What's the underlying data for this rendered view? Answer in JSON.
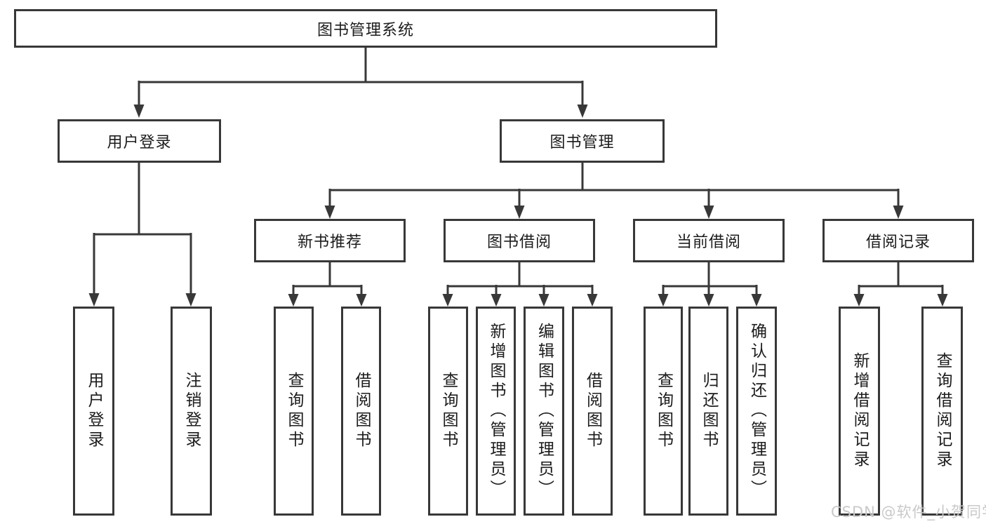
{
  "watermark": {
    "text": "CSDN @软件_小贺同学",
    "color": "#c9c9c9"
  },
  "colors": {
    "line": "#383838",
    "box_border": "#383838",
    "box_fill": "#ffffff",
    "text": "#1c1c1c"
  },
  "tree": {
    "root": {
      "label": "图书管理系统"
    },
    "level2": [
      {
        "label": "用户登录",
        "children": [
          {
            "label": "用户登录"
          },
          {
            "label": "注销登录"
          }
        ]
      },
      {
        "label": "图书管理",
        "children": [
          {
            "label": "新书推荐",
            "children": [
              {
                "label": "查询图书"
              },
              {
                "label": "借阅图书"
              }
            ]
          },
          {
            "label": "图书借阅",
            "children": [
              {
                "label": "查询图书"
              },
              {
                "label": "新增图书（管理员）"
              },
              {
                "label": "编辑图书（管理员）"
              },
              {
                "label": "借阅图书"
              }
            ]
          },
          {
            "label": "当前借阅",
            "children": [
              {
                "label": "查询图书"
              },
              {
                "label": "归还图书"
              },
              {
                "label": "确认归还（管理员）"
              }
            ]
          },
          {
            "label": "借阅记录",
            "children": [
              {
                "label": "新增借阅记录"
              },
              {
                "label": "查询借阅记录"
              }
            ]
          }
        ]
      }
    ]
  }
}
